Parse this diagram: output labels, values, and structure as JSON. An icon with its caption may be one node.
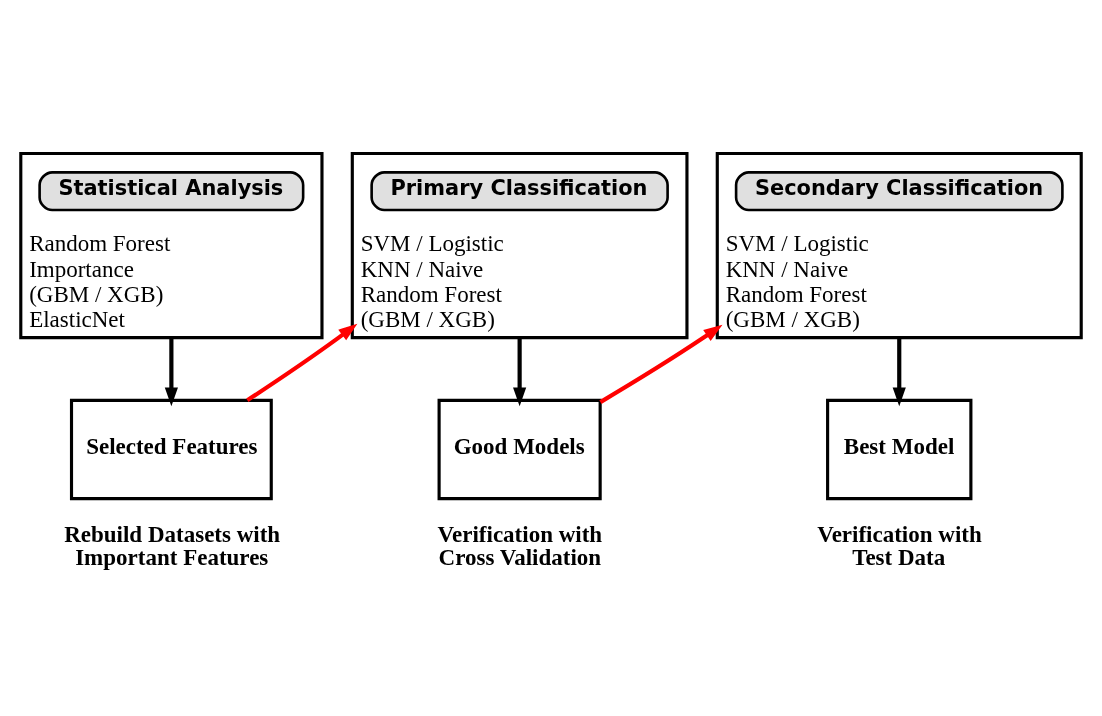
{
  "diagram": {
    "nodes": [
      {
        "text": [
          "Random Forest",
          "Importance",
          "(GBM / XGB)",
          "ElasticNet"
        ]
      },
      {
        "text": [
          "Statistical Analysis"
        ],
        "in": 0
      },
      {
        "text": [
          "Selected Features"
        ],
        "beside": [
          "Rebuild Datasets with Important Features"
        ]
      },
      {
        "text": [
          "SVM / Logistic",
          "KNN / Naive",
          "Random Forest",
          "(GBM / XGB)"
        ]
      },
      {
        "text": [
          "Primary Classification"
        ],
        "in": 3
      },
      {
        "text": [
          "Good Models"
        ],
        "beside": [
          "Verification with Cross Validation"
        ]
      },
      {
        "text": [
          "SVM / Logistic",
          "KNN / Naive",
          "Random Forest",
          "(GBM / XGB)"
        ]
      },
      {
        "text": [
          "Secondary Classification"
        ],
        "in": 6
      },
      {
        "text": [
          "Best Model"
        ],
        "beside": [
          "Verification with Test Data"
        ]
      }
    ],
    "edges": [
      {
        "from": 0,
        "to": 2,
        "arrow": "to"
      },
      {
        "from": 2,
        "to": 3,
        "arrow": "to",
        "color": "#ff0000"
      },
      {
        "from": 3,
        "to": 5,
        "arrow": "to"
      },
      {
        "from": 5,
        "to": 6,
        "arrow": "to",
        "color": "#ff0000"
      },
      {
        "from": 6,
        "to": 8,
        "arrow": "to"
      }
    ]
  }
}
